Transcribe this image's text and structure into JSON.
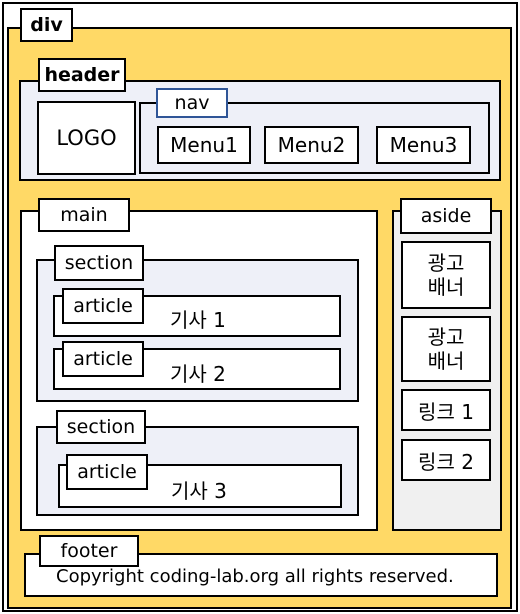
{
  "div_label": "div",
  "header": {
    "label": "header",
    "logo": "LOGO",
    "nav": {
      "label": "nav",
      "items": [
        "Menu1",
        "Menu2",
        "Menu3"
      ]
    }
  },
  "main": {
    "label": "main",
    "sections": [
      {
        "label": "section",
        "articles": [
          {
            "tag": "article",
            "text": "기사 1"
          },
          {
            "tag": "article",
            "text": "기사 2"
          }
        ]
      },
      {
        "label": "section",
        "articles": [
          {
            "tag": "article",
            "text": "기사 3"
          }
        ]
      }
    ]
  },
  "aside": {
    "label": "aside",
    "items": [
      "광고\n배너",
      "광고\n배너",
      "링크 1",
      "링크 2"
    ]
  },
  "footer": {
    "label": "footer",
    "text": "Copyright coding-lab.org all rights reserved."
  },
  "colors": {
    "outer": "#ffd966",
    "region": "#eef0f8",
    "aside_region": "#f0f0f0",
    "nav_tag_border": "#2f5597"
  }
}
